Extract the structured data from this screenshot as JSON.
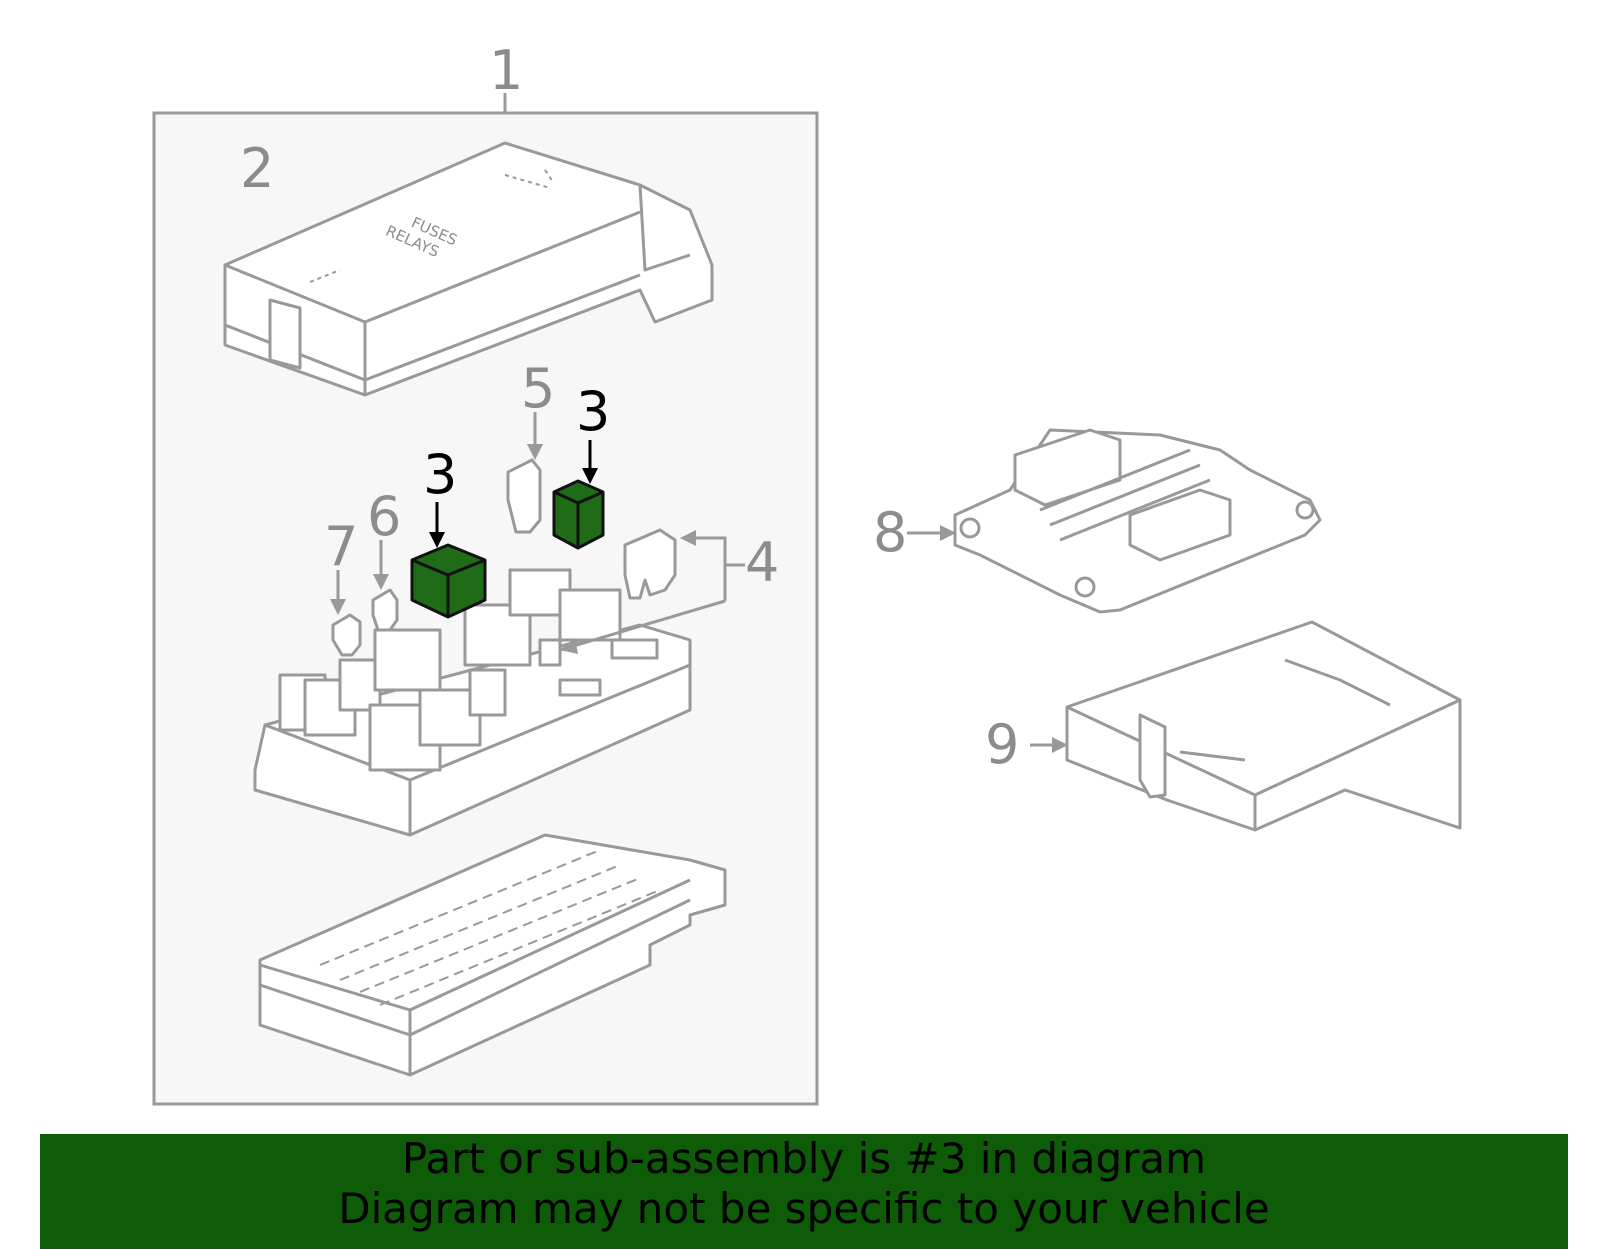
{
  "callouts": {
    "c1": "1",
    "c2": "2",
    "c3a": "3",
    "c3b": "3",
    "c4": "4",
    "c5": "5",
    "c6": "6",
    "c7": "7",
    "c8": "8",
    "c9": "9"
  },
  "cover_label": {
    "line1": "FUSES",
    "line2": "RELAYS"
  },
  "banner": {
    "line1": "Part or sub-assembly is #3 in diagram",
    "line2": "Diagram may not be specific to your vehicle"
  },
  "colors": {
    "highlight": "#1f6b18",
    "banner": "#0e5b08",
    "line": "#999999",
    "panel": "#f7f7f7"
  }
}
